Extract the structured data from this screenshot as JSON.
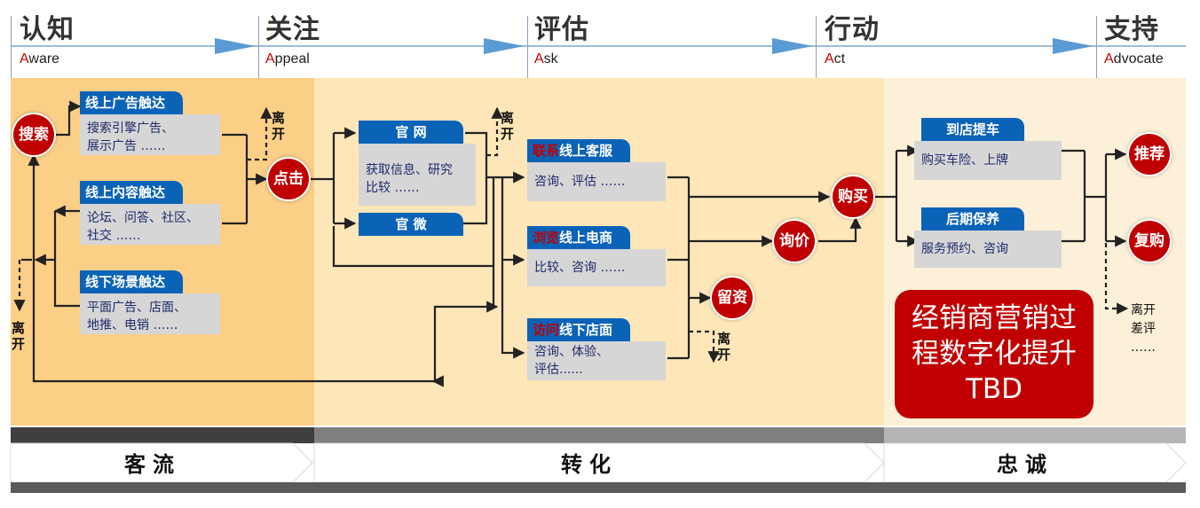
{
  "stages": [
    {
      "title": "认知",
      "first_letter": "A",
      "rest": "ware"
    },
    {
      "title": "关注",
      "first_letter": "A",
      "rest": "ppeal"
    },
    {
      "title": "评估",
      "first_letter": "A",
      "rest": "sk"
    },
    {
      "title": "行动",
      "first_letter": "A",
      "rest": "ct"
    },
    {
      "title": "支持",
      "first_letter": "A",
      "rest": "dvocate"
    }
  ],
  "aware": {
    "search": "搜索",
    "online_ad": {
      "title": "线上广告触达",
      "lines": [
        "搜索引擎广告、",
        "展示广告 ……"
      ]
    },
    "online_content": {
      "title": "线上内容触达",
      "lines": [
        "论坛、问答、社区、",
        "社交 ……"
      ]
    },
    "offline_scene": {
      "title": "线下场景触达",
      "lines": [
        "平面广告、店面、",
        "地推、电销 ……"
      ]
    },
    "leave": [
      "离",
      "开"
    ]
  },
  "appeal": {
    "click": "点击",
    "leave": [
      "离",
      "开"
    ]
  },
  "ask": {
    "website": {
      "title": "官 网",
      "lines": [
        "获取信息、研究",
        "比较 ……"
      ]
    },
    "wechat": {
      "title": "官 微"
    },
    "leave_top": [
      "离",
      "开"
    ],
    "service": {
      "highlight": "联系",
      "title": "线上客服",
      "lines": [
        "咨询、评估 ……"
      ]
    },
    "ecommerce": {
      "highlight": "浏览",
      "title": "线上电商",
      "lines": [
        "比较、咨询 ……"
      ]
    },
    "store": {
      "highlight": "访问",
      "title": "线下店面",
      "lines": [
        "咨询、体验、",
        "评估......"
      ]
    },
    "leads": "留资",
    "inquiry": "询价",
    "leave_bottom": [
      "离",
      "开"
    ]
  },
  "act": {
    "buy": "购买",
    "pickup": {
      "title": "到店提车",
      "lines": [
        "购买车险、上牌"
      ]
    },
    "maintenance": {
      "title": "后期保养",
      "lines": [
        "服务预约、咨询"
      ]
    }
  },
  "advocate": {
    "recommend": "推荐",
    "repurchase": "复购",
    "leave_lines": [
      "离开",
      "差评",
      "……"
    ]
  },
  "tbd_box": [
    "经销商营销过",
    "程数字化提升",
    "TBD"
  ],
  "banners": {
    "flow": "客流",
    "convert": "转化",
    "loyalty": "忠诚"
  },
  "colors": {
    "accent_red": "#c00000",
    "chip_blue": "#0b63b8",
    "zone_aware": "#fbcf86",
    "zone_mid": "#fde6b8",
    "zone_act": "#fdf0d8"
  }
}
